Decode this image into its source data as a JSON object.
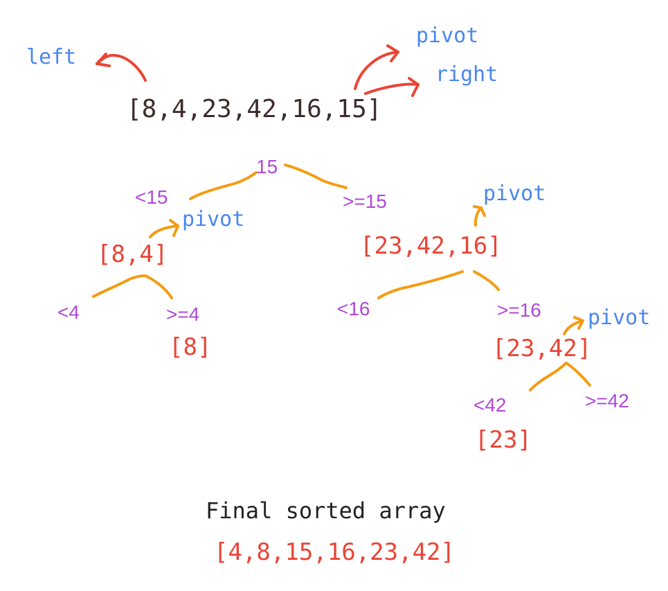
{
  "top": {
    "array": "[8,4,23,42,16,15]",
    "left_label": "left",
    "pivot_label": "pivot",
    "right_label": "right"
  },
  "level1": {
    "pivot_value": "15",
    "less_label": "<15",
    "ge_label": ">=15"
  },
  "left_branch": {
    "array": "[8,4]",
    "pivot_label": "pivot",
    "less_label": "<4",
    "ge_label": ">=4",
    "ge_array": "[8]"
  },
  "right_branch": {
    "pivot_label": "pivot",
    "array": "[23,42,16]",
    "less_label": "<16",
    "ge_label": ">=16",
    "sub": {
      "pivot_label": "pivot",
      "array": "[23,42]",
      "less_label": "<42",
      "ge_label": ">=42",
      "less_array": "[23]"
    }
  },
  "final": {
    "caption": "Final sorted array",
    "array": "[4,8,15,16,23,42]"
  },
  "colors": {
    "label_blue": "#4a86f0",
    "comparison_purple": "#b048d8",
    "array_red": "#ea4436",
    "connector_orange": "#f39c12",
    "initial_array_dark": "#3d2b2b"
  }
}
